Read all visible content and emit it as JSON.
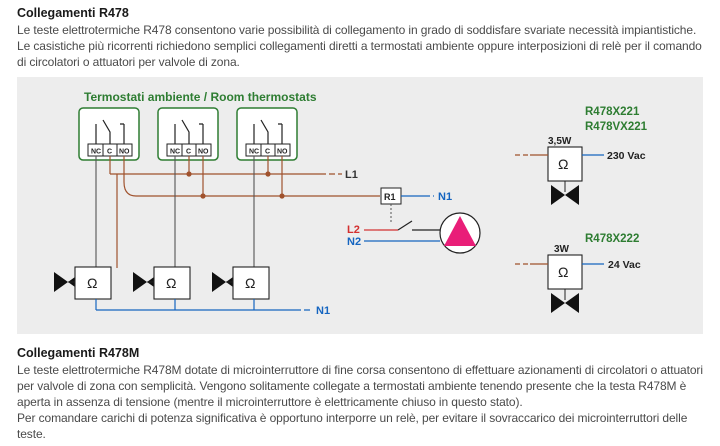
{
  "section1": {
    "title": "Collegamenti R478",
    "text": "Le teste elettrotermiche R478 consentono varie possibilità di collegamento in grado di soddisfare svariate necessità impiantistiche. Le casistiche più ricorrenti richiedono semplici collegamenti diretti a termostati ambiente oppure interposizioni di relè per il comando di circolatori o attuatori per valvole di zona."
  },
  "diagram": {
    "thermostats_title": "Termostati ambiente / Room thermostats",
    "terminals": [
      "NC",
      "C",
      "NO"
    ],
    "line_L1": "L1",
    "line_N1_top": "N1",
    "line_N1_bottom": "N1",
    "relay": "R1",
    "line_L2": "L2",
    "line_N2": "N2",
    "omega": "Ω",
    "model_a_1": "R478X221",
    "model_a_2": "R478VX221",
    "power_a": "3,5W",
    "voltage_a": "230 Vac",
    "model_b": "R478X222",
    "power_b": "3W",
    "voltage_b": "24 Vac",
    "colors": {
      "green": "#2e7d32",
      "brown": "#a0522d",
      "blue": "#1565c0",
      "red": "#d32f2f",
      "pump": "#e91e78"
    }
  },
  "section2": {
    "title": "Collegamenti R478M",
    "text1": "Le teste elettrotermiche R478M dotate di microinterruttore di fine corsa consentono di effettuare azionamenti di circolatori o attuatori per valvole di zona con semplicità. Vengono solitamente collegate a termostati ambiente tenendo presente che la testa R478M è aperta in assenza di tensione (mentre il microinterruttore è elettricamente chiuso in questo stato).",
    "text2": "Per comandare carichi di potenza significativa è opportuno interporre un relè, per evitare il sovraccarico dei microinterruttori delle teste."
  }
}
